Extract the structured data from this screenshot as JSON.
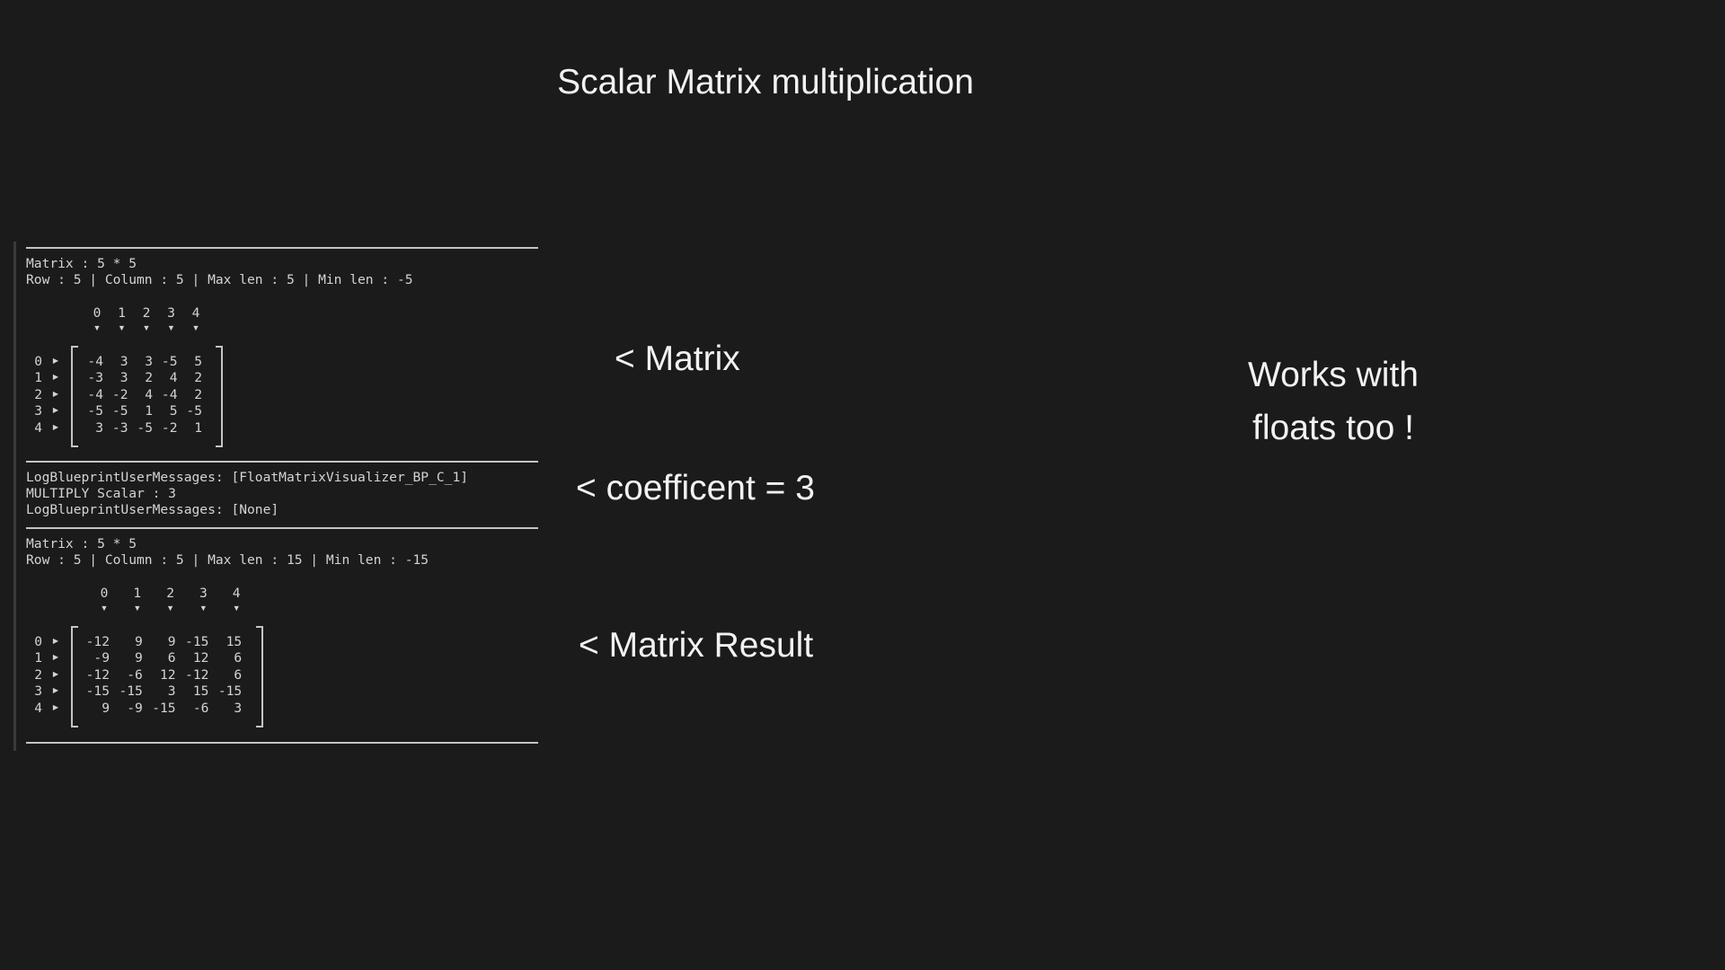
{
  "title": "Scalar Matrix multiplication",
  "console": {
    "matrix_input": {
      "header": "Matrix : 5 * 5",
      "info": "Row : 5 | Column : 5 | Max len : 5 | Min len : -5",
      "columns": [
        "0",
        "1",
        "2",
        "3",
        "4"
      ],
      "rows": [
        "0",
        "1",
        "2",
        "3",
        "4"
      ],
      "values": [
        [
          -4,
          3,
          3,
          -5,
          5
        ],
        [
          -3,
          3,
          2,
          4,
          2
        ],
        [
          -4,
          -2,
          4,
          -4,
          2
        ],
        [
          -5,
          -5,
          1,
          5,
          -5
        ],
        [
          3,
          -3,
          -5,
          -2,
          1
        ]
      ]
    },
    "log": [
      "LogBlueprintUserMessages: [FloatMatrixVisualizer_BP_C_1]",
      "MULTIPLY Scalar : 3",
      "LogBlueprintUserMessages: [None]"
    ],
    "matrix_result": {
      "header": "Matrix : 5 * 5",
      "info": "Row : 5 | Column : 5 | Max len : 15 | Min len : -15",
      "columns": [
        "0",
        "1",
        "2",
        "3",
        "4"
      ],
      "rows": [
        "0",
        "1",
        "2",
        "3",
        "4"
      ],
      "values": [
        [
          -12,
          9,
          9,
          -15,
          15
        ],
        [
          -9,
          9,
          6,
          12,
          6
        ],
        [
          -12,
          -6,
          12,
          -12,
          6
        ],
        [
          -15,
          -15,
          3,
          15,
          -15
        ],
        [
          9,
          -9,
          -15,
          -6,
          3
        ]
      ]
    }
  },
  "annotations": {
    "matrix": "< Matrix",
    "coefficient": "< coefficent = 3",
    "result": "< Matrix Result",
    "note_line1": "Works with",
    "note_line2": "floats too !"
  }
}
